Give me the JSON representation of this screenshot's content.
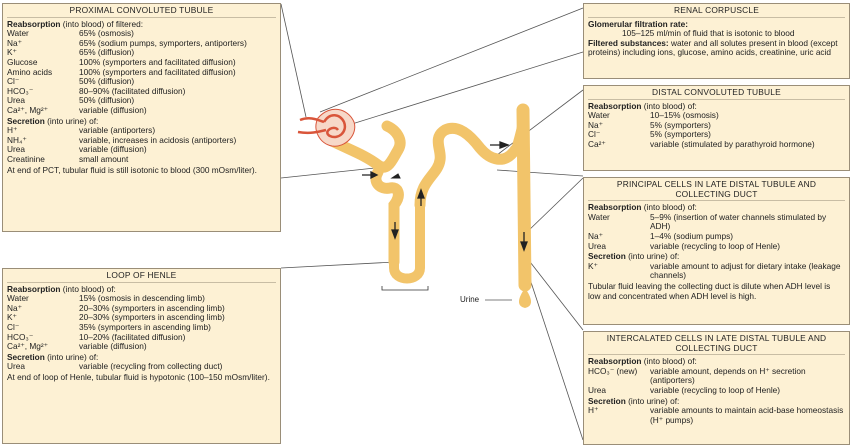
{
  "pct": {
    "title": "PROXIMAL CONVOLUTED TUBULE",
    "reabs_head": "Reabsorption",
    "reabs_rest": " (into blood) of filtered:",
    "reabs": [
      [
        "Water",
        "65% (osmosis)"
      ],
      [
        "Na⁺",
        "65% (sodium pumps, symporters, antiporters)"
      ],
      [
        "K⁺",
        "65% (diffusion)"
      ],
      [
        "Glucose",
        "100% (symporters and facilitated diffusion)"
      ],
      [
        "Amino acids",
        "100% (symporters and facilitated diffusion)"
      ],
      [
        "Cl⁻",
        "50% (diffusion)"
      ],
      [
        "HCO₃⁻",
        "80–90% (facilitated diffusion)"
      ],
      [
        "Urea",
        "50% (diffusion)"
      ],
      [
        "Ca²⁺, Mg²⁺",
        "variable (diffusion)"
      ]
    ],
    "sec_head": "Secretion",
    "sec_rest": " (into urine) of:",
    "sec": [
      [
        "H⁺",
        "variable (antiporters)"
      ],
      [
        "NH₄⁺",
        "variable, increases in acidosis (antiporters)"
      ],
      [
        "Urea",
        "variable (diffusion)"
      ],
      [
        "Creatinine",
        "small amount"
      ]
    ],
    "note": "At end of PCT, tubular fluid is still isotonic to blood (300 mOsm/liter)."
  },
  "loop": {
    "title": "LOOP OF HENLE",
    "reabs_head": "Reabsorption",
    "reabs_rest": " (into blood) of:",
    "reabs": [
      [
        "Water",
        "15% (osmosis in descending limb)"
      ],
      [
        "Na⁺",
        "20–30% (symporters in ascending limb)"
      ],
      [
        "K⁺",
        "20–30% (symporters in ascending limb)"
      ],
      [
        "Cl⁻",
        "35% (symporters in ascending limb)"
      ],
      [
        "HCO₃⁻",
        "10–20% (facilitated diffusion)"
      ],
      [
        "Ca²⁺, Mg²⁺",
        "variable (diffusion)"
      ]
    ],
    "sec_head": "Secretion",
    "sec_rest": " (into urine) of:",
    "sec": [
      [
        "Urea",
        "variable (recycling from collecting duct)"
      ]
    ],
    "note": "At end of loop of Henle, tubular fluid is hypotonic (100–150 mOsm/liter)."
  },
  "corpuscle": {
    "title": "RENAL CORPUSCLE",
    "gfr_head": "Glomerular filtration rate:",
    "gfr_text": "105–125 ml/min of fluid that is isotonic to blood",
    "filt_head": "Filtered substances:",
    "filt_text": "water and all solutes present in blood (except proteins) including ions, glucose, amino acids, creatinine, uric acid"
  },
  "dct": {
    "title": "DISTAL CONVOLUTED TUBULE",
    "reabs_head": "Reabsorption",
    "reabs_rest": " (into blood) of:",
    "reabs": [
      [
        "Water",
        "10–15% (osmosis)"
      ],
      [
        "Na⁺",
        "5% (symporters)"
      ],
      [
        "Cl⁻",
        "5% (symporters)"
      ],
      [
        "Ca²⁺",
        "variable (stimulated by parathyroid hormone)"
      ]
    ]
  },
  "principal": {
    "title": "PRINCIPAL CELLS IN LATE DISTAL TUBULE AND COLLECTING DUCT",
    "reabs_head": "Reabsorption",
    "reabs_rest": " (into blood) of:",
    "reabs": [
      [
        "Water",
        "5–9% (insertion of water channels stimulated by ADH)"
      ],
      [
        "Na⁺",
        "1–4% (sodium pumps)"
      ],
      [
        "Urea",
        "variable (recycling to loop of Henle)"
      ]
    ],
    "sec_head": "Secretion",
    "sec_rest": " (into urine) of:",
    "sec": [
      [
        "K⁺",
        "variable amount to adjust for dietary intake (leakage channels)"
      ]
    ],
    "note": "Tubular fluid leaving the collecting duct is dilute when ADH level is low and concentrated when ADH level is high."
  },
  "intercalated": {
    "title": "INTERCALATED CELLS IN LATE DISTAL TUBULE AND COLLECTING DUCT",
    "reabs_head": "Reabsorption",
    "reabs_rest": " (into blood) of:",
    "reabs": [
      [
        "HCO₃⁻ (new)",
        "variable amount, depends on H⁺ secretion (antiporters)"
      ],
      [
        "Urea",
        "variable (recycling to loop of Henle)"
      ]
    ],
    "sec_head": "Secretion",
    "sec_rest": " (into urine) of:",
    "sec": [
      [
        "H⁺",
        "variable amounts to maintain acid-base homeostasis (H⁺ pumps)"
      ]
    ]
  },
  "urine_label": "Urine",
  "colors": {
    "box_bg": "#fdf1d4",
    "tubule": "#f2c46a",
    "glomerulus": "#d9553a"
  }
}
